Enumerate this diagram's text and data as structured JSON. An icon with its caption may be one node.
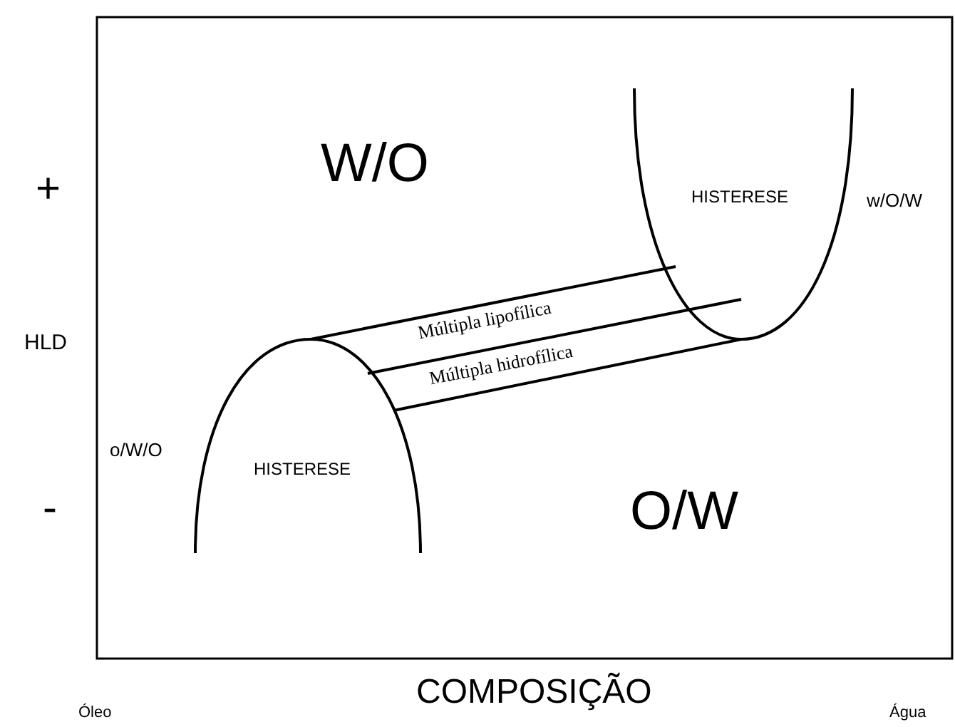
{
  "diagram": {
    "labels": [
      "+",
      "W/O",
      "HISTERESE",
      "w/O/W",
      "HLD",
      "Múltipla lipofílica",
      "Múltipla hidrofílica",
      "o/W/O",
      "HISTERESE",
      "-",
      "O/W",
      "Óleo",
      "COMPOSIÇÃO",
      "Água"
    ]
  }
}
